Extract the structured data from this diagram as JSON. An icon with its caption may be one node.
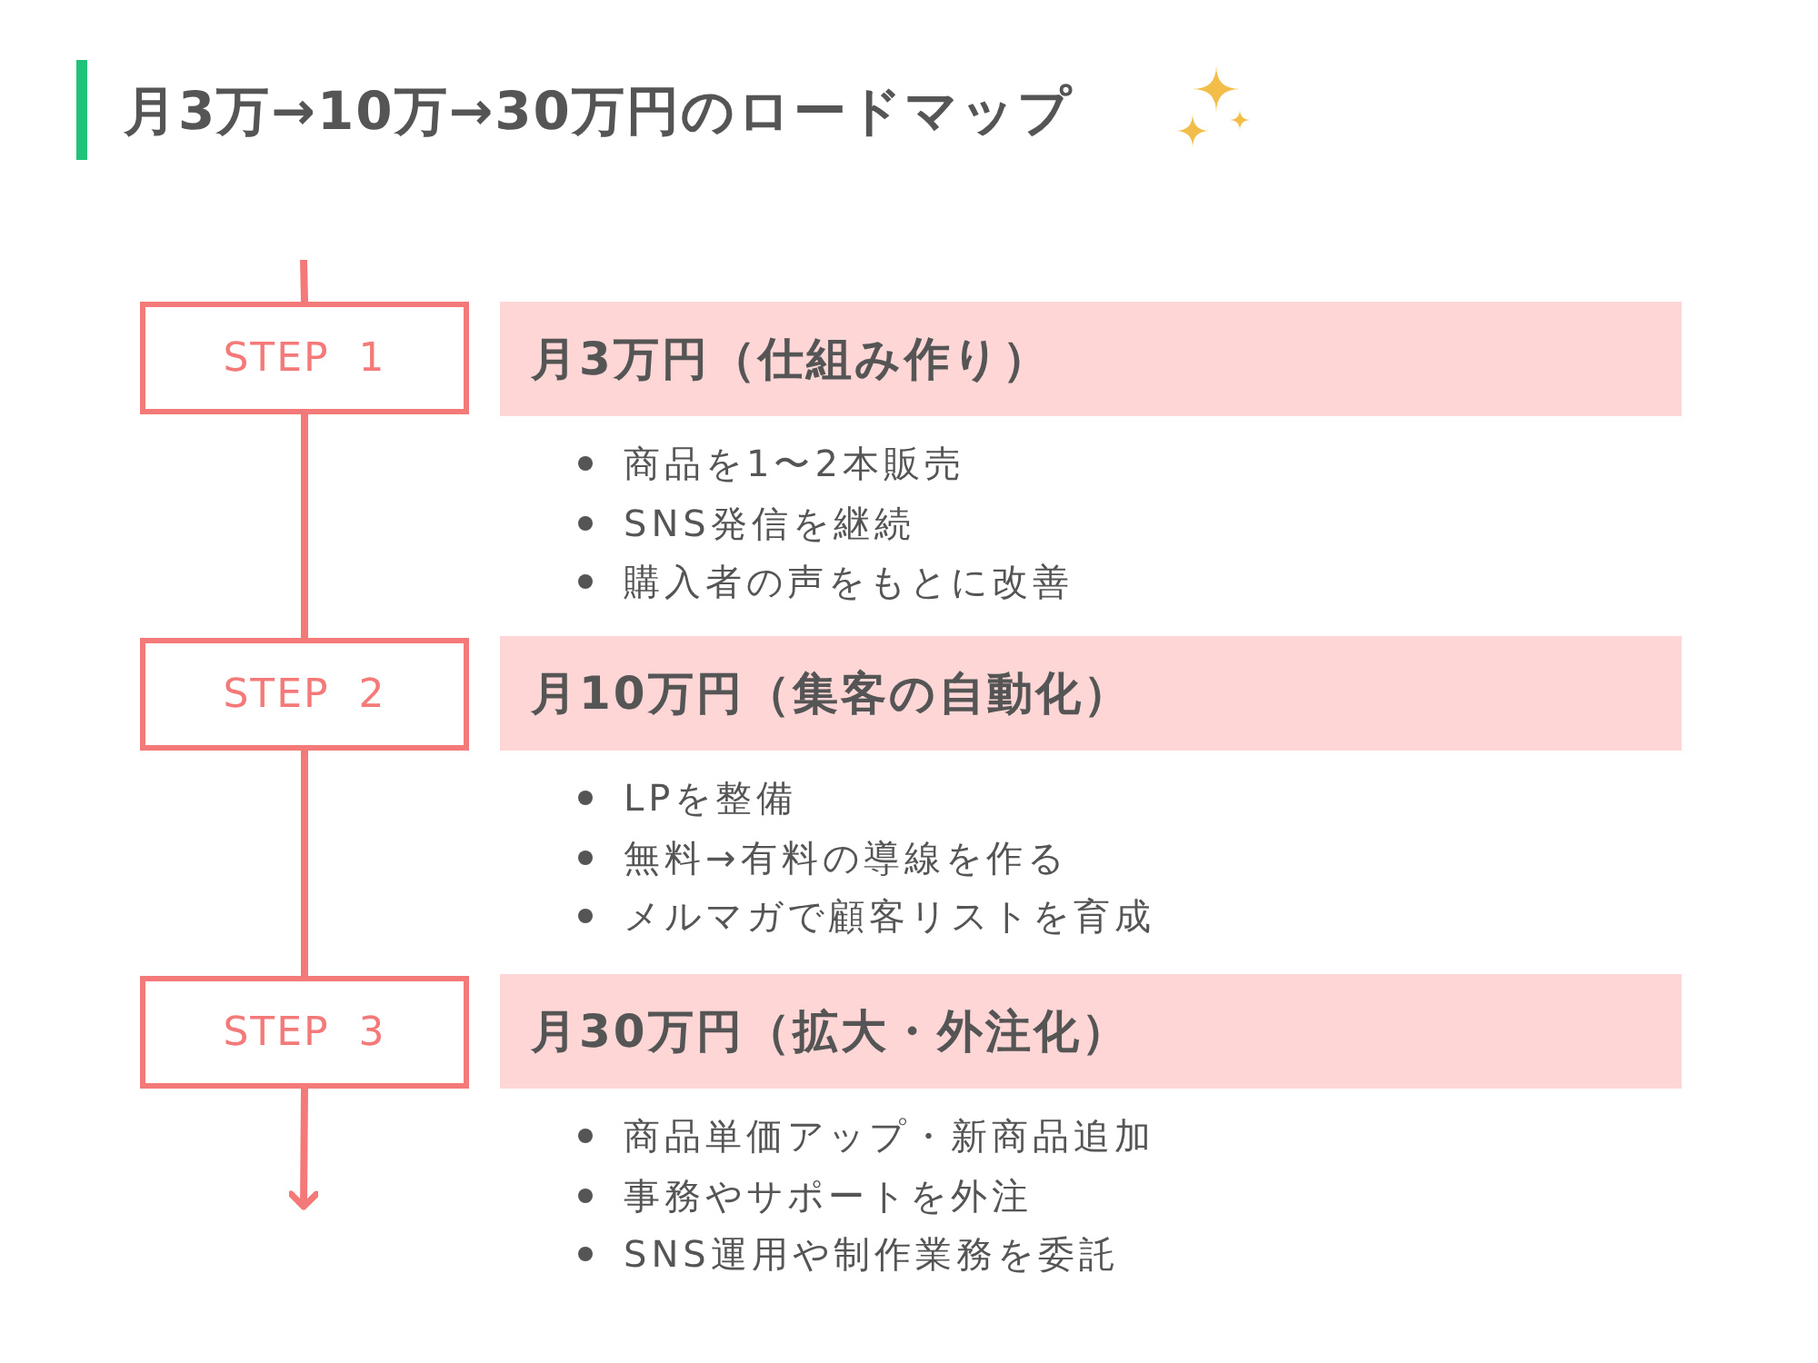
{
  "diagram": {
    "title": "月3万→10万→30万円のロードマップ",
    "nodes": [
      {
        "text": [
          "STEP 1"
        ]
      },
      {
        "text": [
          "月3万円（仕組み作り）"
        ],
        "beside": [
          "商品を1〜2本販売",
          "SNS発信を継続",
          "購入者の声をもとに改善"
        ]
      },
      {
        "text": [
          "STEP 2"
        ]
      },
      {
        "text": [
          "月10万円（集客の自動化）"
        ],
        "beside": [
          "LPを整備",
          "無料→有料の導線を作る",
          "メルマガで顧客リストを育成"
        ]
      },
      {
        "text": [
          "STEP 3"
        ]
      },
      {
        "text": [
          "月30万円（拡大・外注化）"
        ],
        "beside": [
          "商品単価アップ・新商品追加",
          "事務やサポートを外注",
          "SNS運用や制作業務を委託"
        ]
      }
    ],
    "edges": [
      {
        "from": null,
        "to": 0,
        "arrow": "none"
      },
      {
        "from": 0,
        "to": 2,
        "arrow": "none"
      },
      {
        "from": 2,
        "to": 4,
        "arrow": "none"
      },
      {
        "from": 4,
        "to": null,
        "arrow": "to"
      }
    ]
  }
}
